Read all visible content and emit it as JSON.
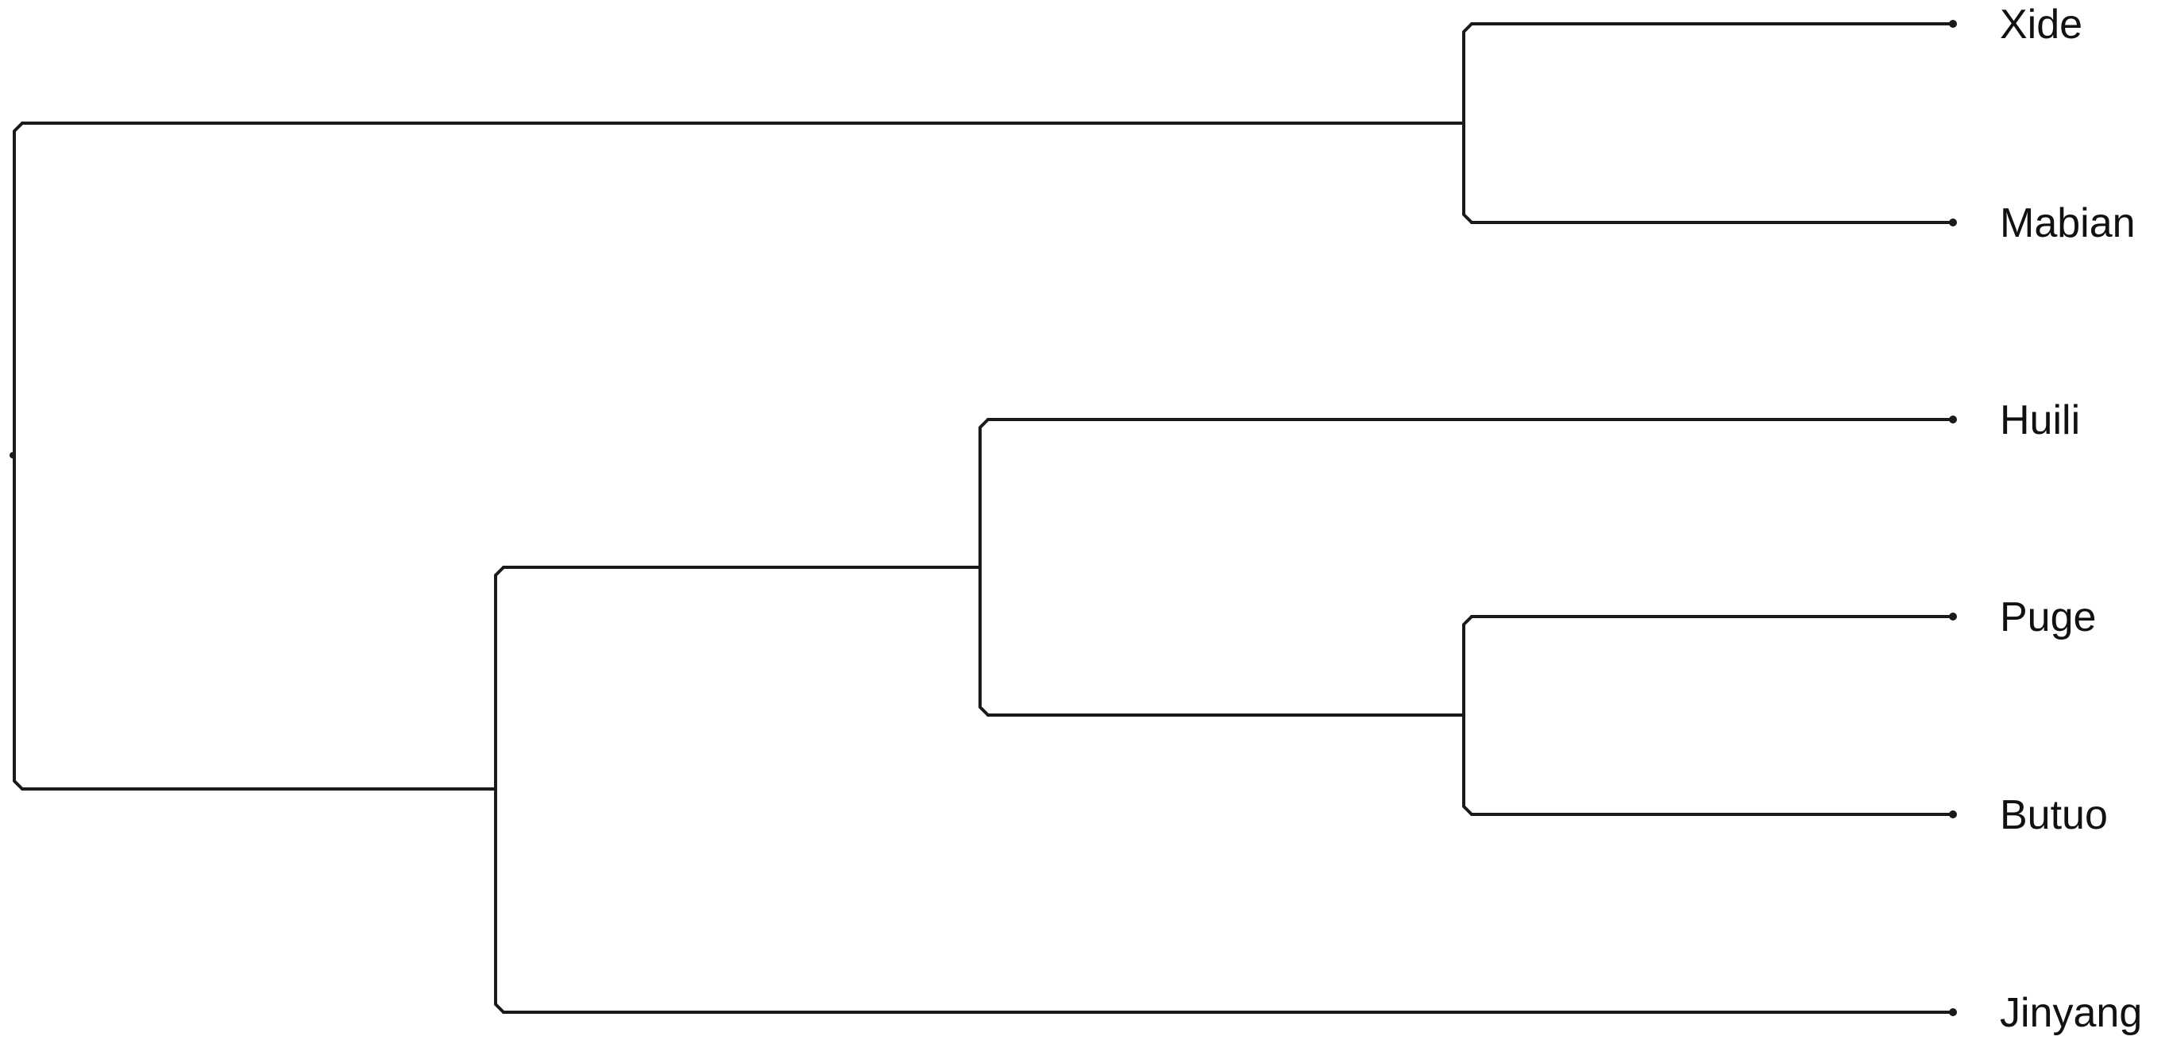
{
  "dendrogram": {
    "tips": [
      {
        "id": "xide",
        "label": "Xide"
      },
      {
        "id": "mabian",
        "label": "Mabian"
      },
      {
        "id": "huili",
        "label": "Huili"
      },
      {
        "id": "puge",
        "label": "Puge"
      },
      {
        "id": "butuo",
        "label": "Butuo"
      },
      {
        "id": "jinyang",
        "label": "Jinyang"
      }
    ],
    "clades": [
      {
        "id": "root",
        "children": [
          "c_xide_mabian",
          "c_rest"
        ]
      },
      {
        "id": "c_xide_mabian",
        "children": [
          "xide",
          "mabian"
        ]
      },
      {
        "id": "c_rest",
        "children": [
          "c_huili_group",
          "jinyang"
        ]
      },
      {
        "id": "c_huili_group",
        "children": [
          "huili",
          "c_puge_butuo"
        ]
      },
      {
        "id": "c_puge_butuo",
        "children": [
          "puge",
          "butuo"
        ]
      }
    ],
    "line_color": "#1a1a1a"
  }
}
